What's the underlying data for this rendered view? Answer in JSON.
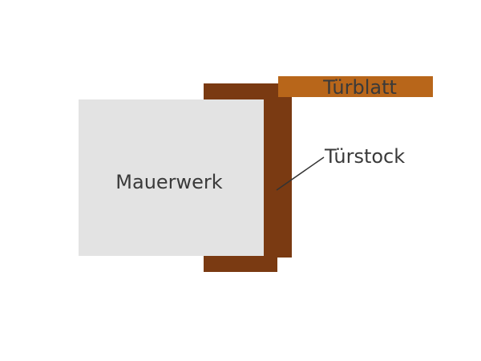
{
  "labels": {
    "masonry": "Mauerwerk",
    "door_leaf": "Türblatt",
    "door_frame": "Türstock"
  },
  "colors": {
    "masonry": "#e3e3e3",
    "frame": "#7a3a12",
    "leaf": "#b8661a",
    "text": "#3a3a3a",
    "leader": "#333333"
  }
}
